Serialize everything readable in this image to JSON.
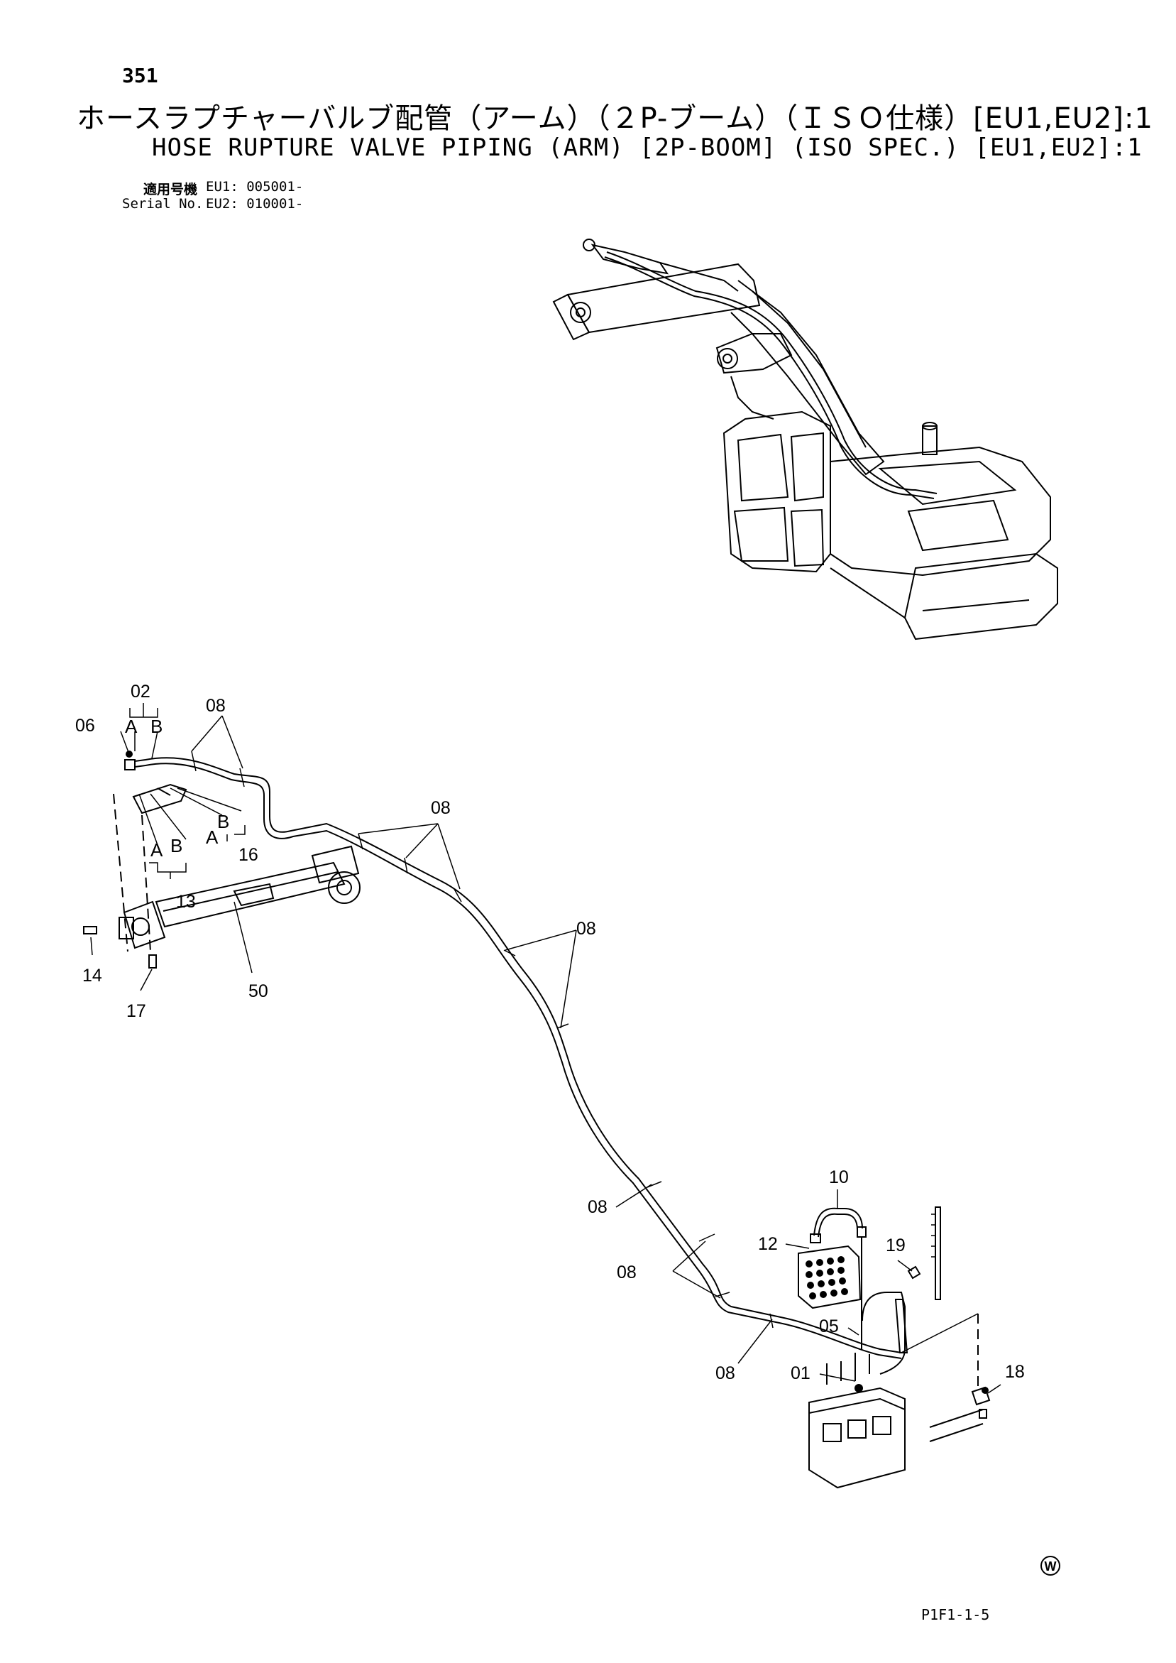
{
  "page_number": "351",
  "title_jp": "ホースラプチャーバルブ配管（アーム）（２P-ブーム）（ＩＳＯ仕様）[EU1,EU2]:1",
  "title_en": "HOSE RUPTURE VALVE PIPING (ARM) [2P-BOOM] (ISO SPEC.) [EU1,EU2]:1",
  "serial": {
    "label_jp": "適用号機",
    "label_en": "Serial No.",
    "eu1": "EU1: 005001-",
    "eu2": "EU2: 010001-"
  },
  "callouts": {
    "c02": "02",
    "c06": "06",
    "c08a": "08",
    "c08b": "08",
    "c08c": "08",
    "c08d": "08",
    "c08e": "08",
    "c08f": "08",
    "c13": "13",
    "c16": "16",
    "c14": "14",
    "c17": "17",
    "c50": "50",
    "c10": "10",
    "c12": "12",
    "c19": "19",
    "c05": "05",
    "c01": "01",
    "c18": "18"
  },
  "port_labels": {
    "a1": "A",
    "b1": "B",
    "a2": "A",
    "b2": "B",
    "a3": "A",
    "b3": "B"
  },
  "drawing_code": "P1F1-1-5",
  "mark": "W",
  "icons": [
    "excavator-illustration",
    "arm-cylinder-illustration",
    "control-valve-illustration",
    "hose-rupture-valve-illustration"
  ]
}
